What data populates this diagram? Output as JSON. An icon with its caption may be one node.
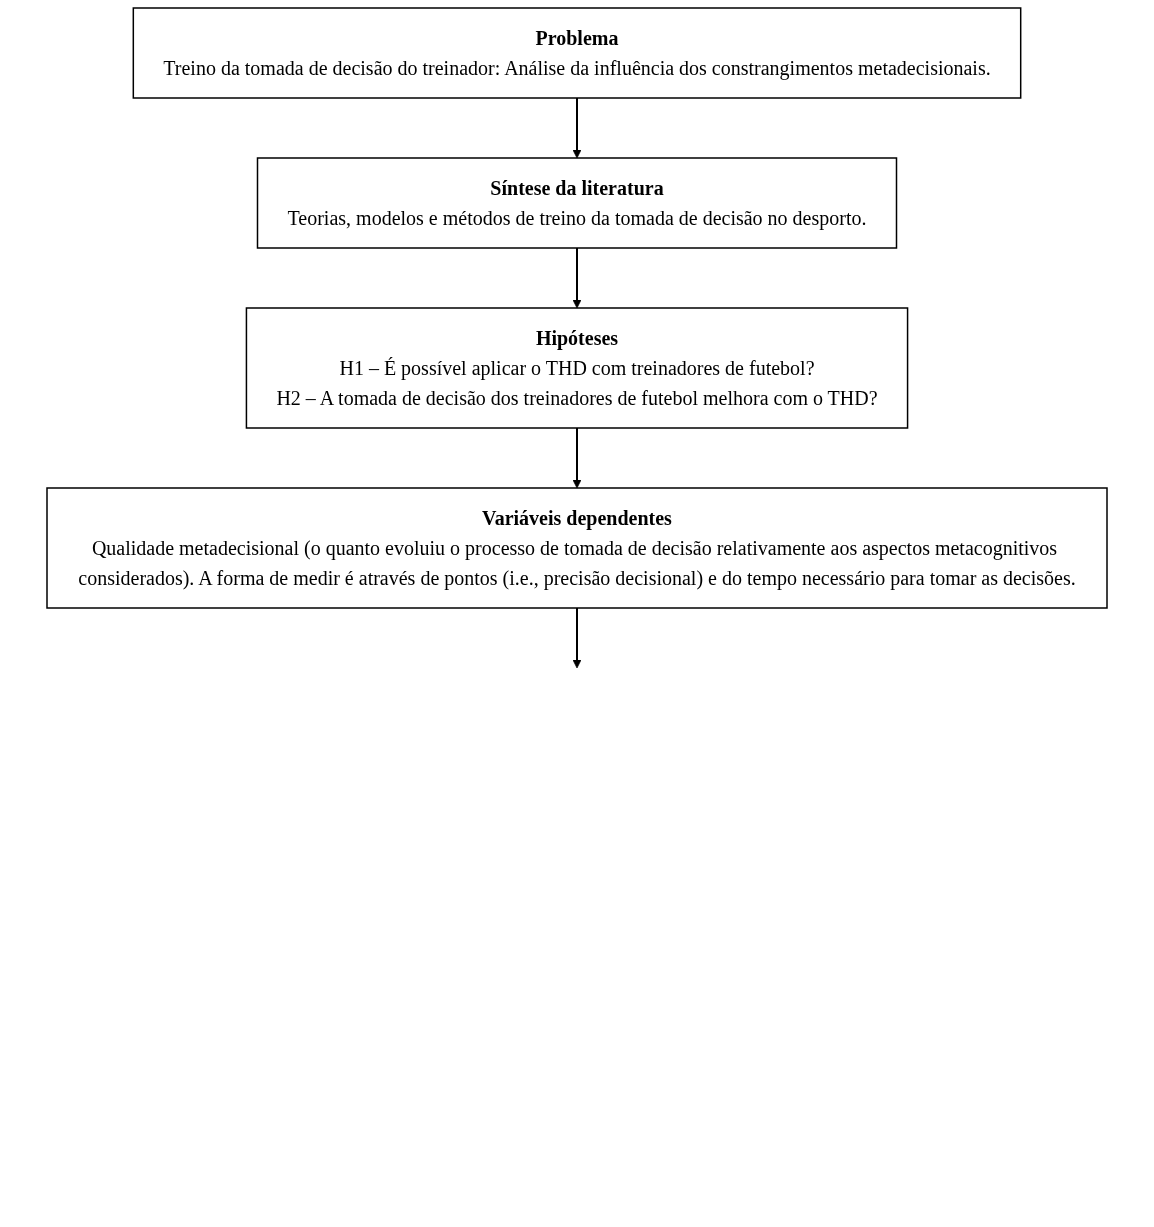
{
  "diagram": {
    "nodes": [
      {
        "text": [
          "Problema",
          "Treino da tomada de decisão do treinador: Análise da influência dos constrangimentos metadecisionais."
        ]
      },
      {
        "text": [
          "Síntese da literatura",
          "Teorias, modelos e métodos de treino da tomada de decisão no desporto."
        ]
      },
      {
        "text": [
          "Hipóteses",
          "H1 – É possível aplicar o THD com treinadores de futebol?",
          "H2 – A tomada de decisão dos treinadores de futebol melhora com o THD?"
        ]
      },
      {
        "text": [
          "Variáveis dependentes",
          "Qualidade metadecisional (o quanto evoluiu o processo de tomada de decisão relativamente aos aspectos metacognitivos considerados). A forma de medir é através de pontos (i.e., precisão decisional) e do tempo necessário para tomar as decisões."
        ]
      }
    ],
    "edges": [
      {
        "from": 0,
        "to": 1,
        "arrow": "to"
      },
      {
        "from": 1,
        "to": 2,
        "arrow": "to"
      },
      {
        "from": 2,
        "to": 3,
        "arrow": "to"
      },
      {
        "from": 3,
        "to": null,
        "arrow": "to"
      }
    ]
  }
}
